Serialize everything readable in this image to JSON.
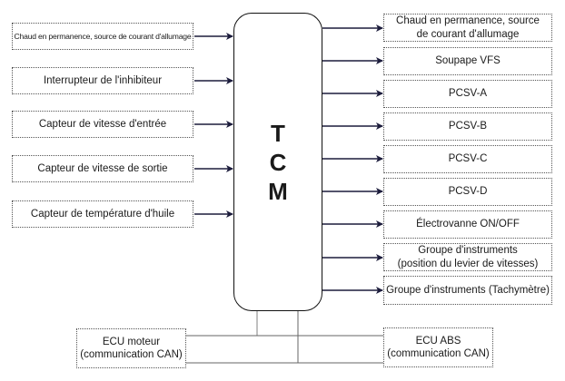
{
  "diagram": {
    "center": {
      "letters": [
        "T",
        "C",
        "M"
      ],
      "label": "TCM"
    },
    "inputs": [
      "Chaud en permanence, source de courant d'allumage",
      "Interrupteur de l'inhibiteur",
      "Capteur de vitesse d'entrée",
      "Capteur de vitesse de sortie",
      "Capteur de température d'huile"
    ],
    "outputs": [
      {
        "line1": "Chaud en permanence, source",
        "line2": "de courant d'allumage"
      },
      {
        "line1": "Soupape VFS",
        "line2": ""
      },
      {
        "line1": "PCSV-A",
        "line2": ""
      },
      {
        "line1": "PCSV-B",
        "line2": ""
      },
      {
        "line1": "PCSV-C",
        "line2": ""
      },
      {
        "line1": "PCSV-D",
        "line2": ""
      },
      {
        "line1": "Électrovanne ON/OFF",
        "line2": ""
      },
      {
        "line1": "Groupe d'instruments",
        "line2": "(position du levier de vitesses)"
      },
      {
        "line1": "Groupe d'instruments (Tachymètre)",
        "line2": ""
      }
    ],
    "can_nodes": [
      {
        "line1": "ECU moteur",
        "line2": "(communication CAN)"
      },
      {
        "line1": "ECU ABS",
        "line2": "(communication CAN)"
      }
    ],
    "colors": {
      "arrow": "#1c1c3c",
      "bus": "#555555",
      "bus_light": "#aaaaaa"
    }
  }
}
